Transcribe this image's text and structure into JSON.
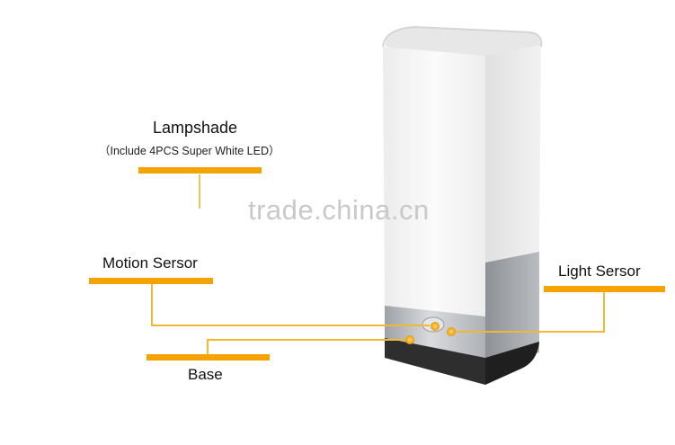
{
  "labels": {
    "lampshade": "Lampshade",
    "lampshade_detail": "（Include 4PCS Super White LED）",
    "motion_sensor": "Motion Sersor",
    "light_sensor": "Light Sersor",
    "base": "Base"
  },
  "watermark": "trade.china.cn",
  "colors": {
    "accent": "#F5A300",
    "connector": "#F2B733",
    "lampshade": "#F4F4F4",
    "base_metal": "#B8BBBF",
    "base_dark": "#2E2E2E"
  }
}
